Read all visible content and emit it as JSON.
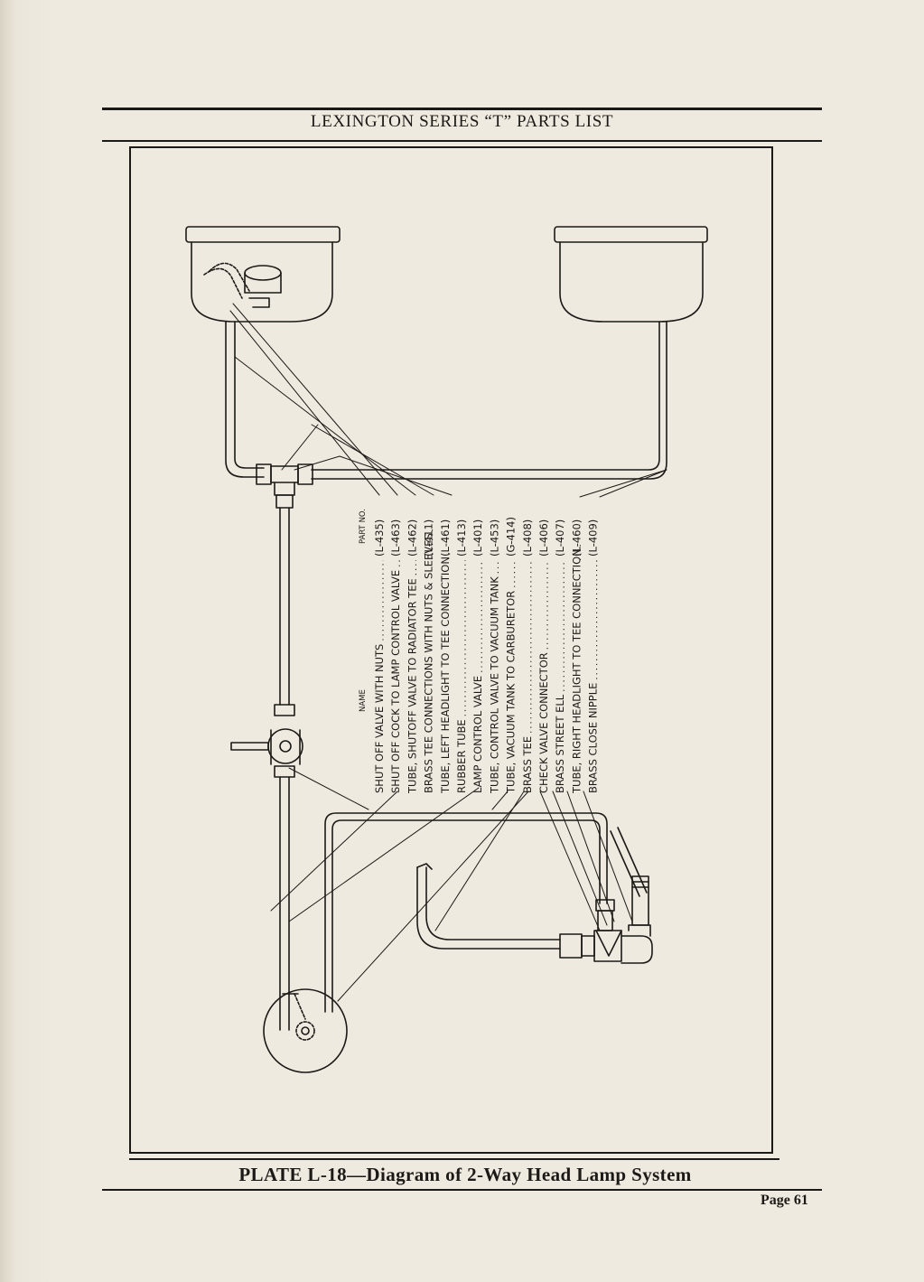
{
  "header": {
    "title": "LEXINGTON SERIES “T” PARTS LIST"
  },
  "columns": {
    "name": "NAME",
    "part_no": "PART NO."
  },
  "parts": [
    {
      "name": "SHUT OFF VALVE WITH NUTS",
      "part_no": "(L-435)"
    },
    {
      "name": "SHUT OFF COCK TO LAMP CONTROL VALVE",
      "part_no": "(L-463)"
    },
    {
      "name": "TUBE, SHUTOFF VALVE TO RADIATOR TEE",
      "part_no": "(L-462)"
    },
    {
      "name": "BRASS TEE CONNECTIONS WITH NUTS & SLEEVES",
      "part_no": "(L-411)"
    },
    {
      "name": "TUBE, LEFT HEADLIGHT TO TEE CONNECTION",
      "part_no": "(L-461)"
    },
    {
      "name": "RUBBER TUBE",
      "part_no": "(L-413)"
    },
    {
      "name": "LAMP CONTROL VALVE",
      "part_no": "(L-401)"
    },
    {
      "name": "TUBE, CONTROL VALVE TO VACUUM TANK",
      "part_no": "(L-453)"
    },
    {
      "name": "TUBE, VACUUM TANK TO CARBURETOR",
      "part_no": "(G-414)"
    },
    {
      "name": "BRASS TEE",
      "part_no": "(L-408)"
    },
    {
      "name": "CHECK VALVE CONNECTOR",
      "part_no": "(L-406)"
    },
    {
      "name": "BRASS STREET ELL",
      "part_no": "(L-407)"
    },
    {
      "name": "TUBE, RIGHT HEADLIGHT TO TEE CONNECTION",
      "part_no": "(L-460)"
    },
    {
      "name": "BRASS CLOSE NIPPLE",
      "part_no": "(L-409)"
    }
  ],
  "caption": "PLATE L-18—Diagram of 2-Way Head Lamp System",
  "page_label": "Page 61"
}
